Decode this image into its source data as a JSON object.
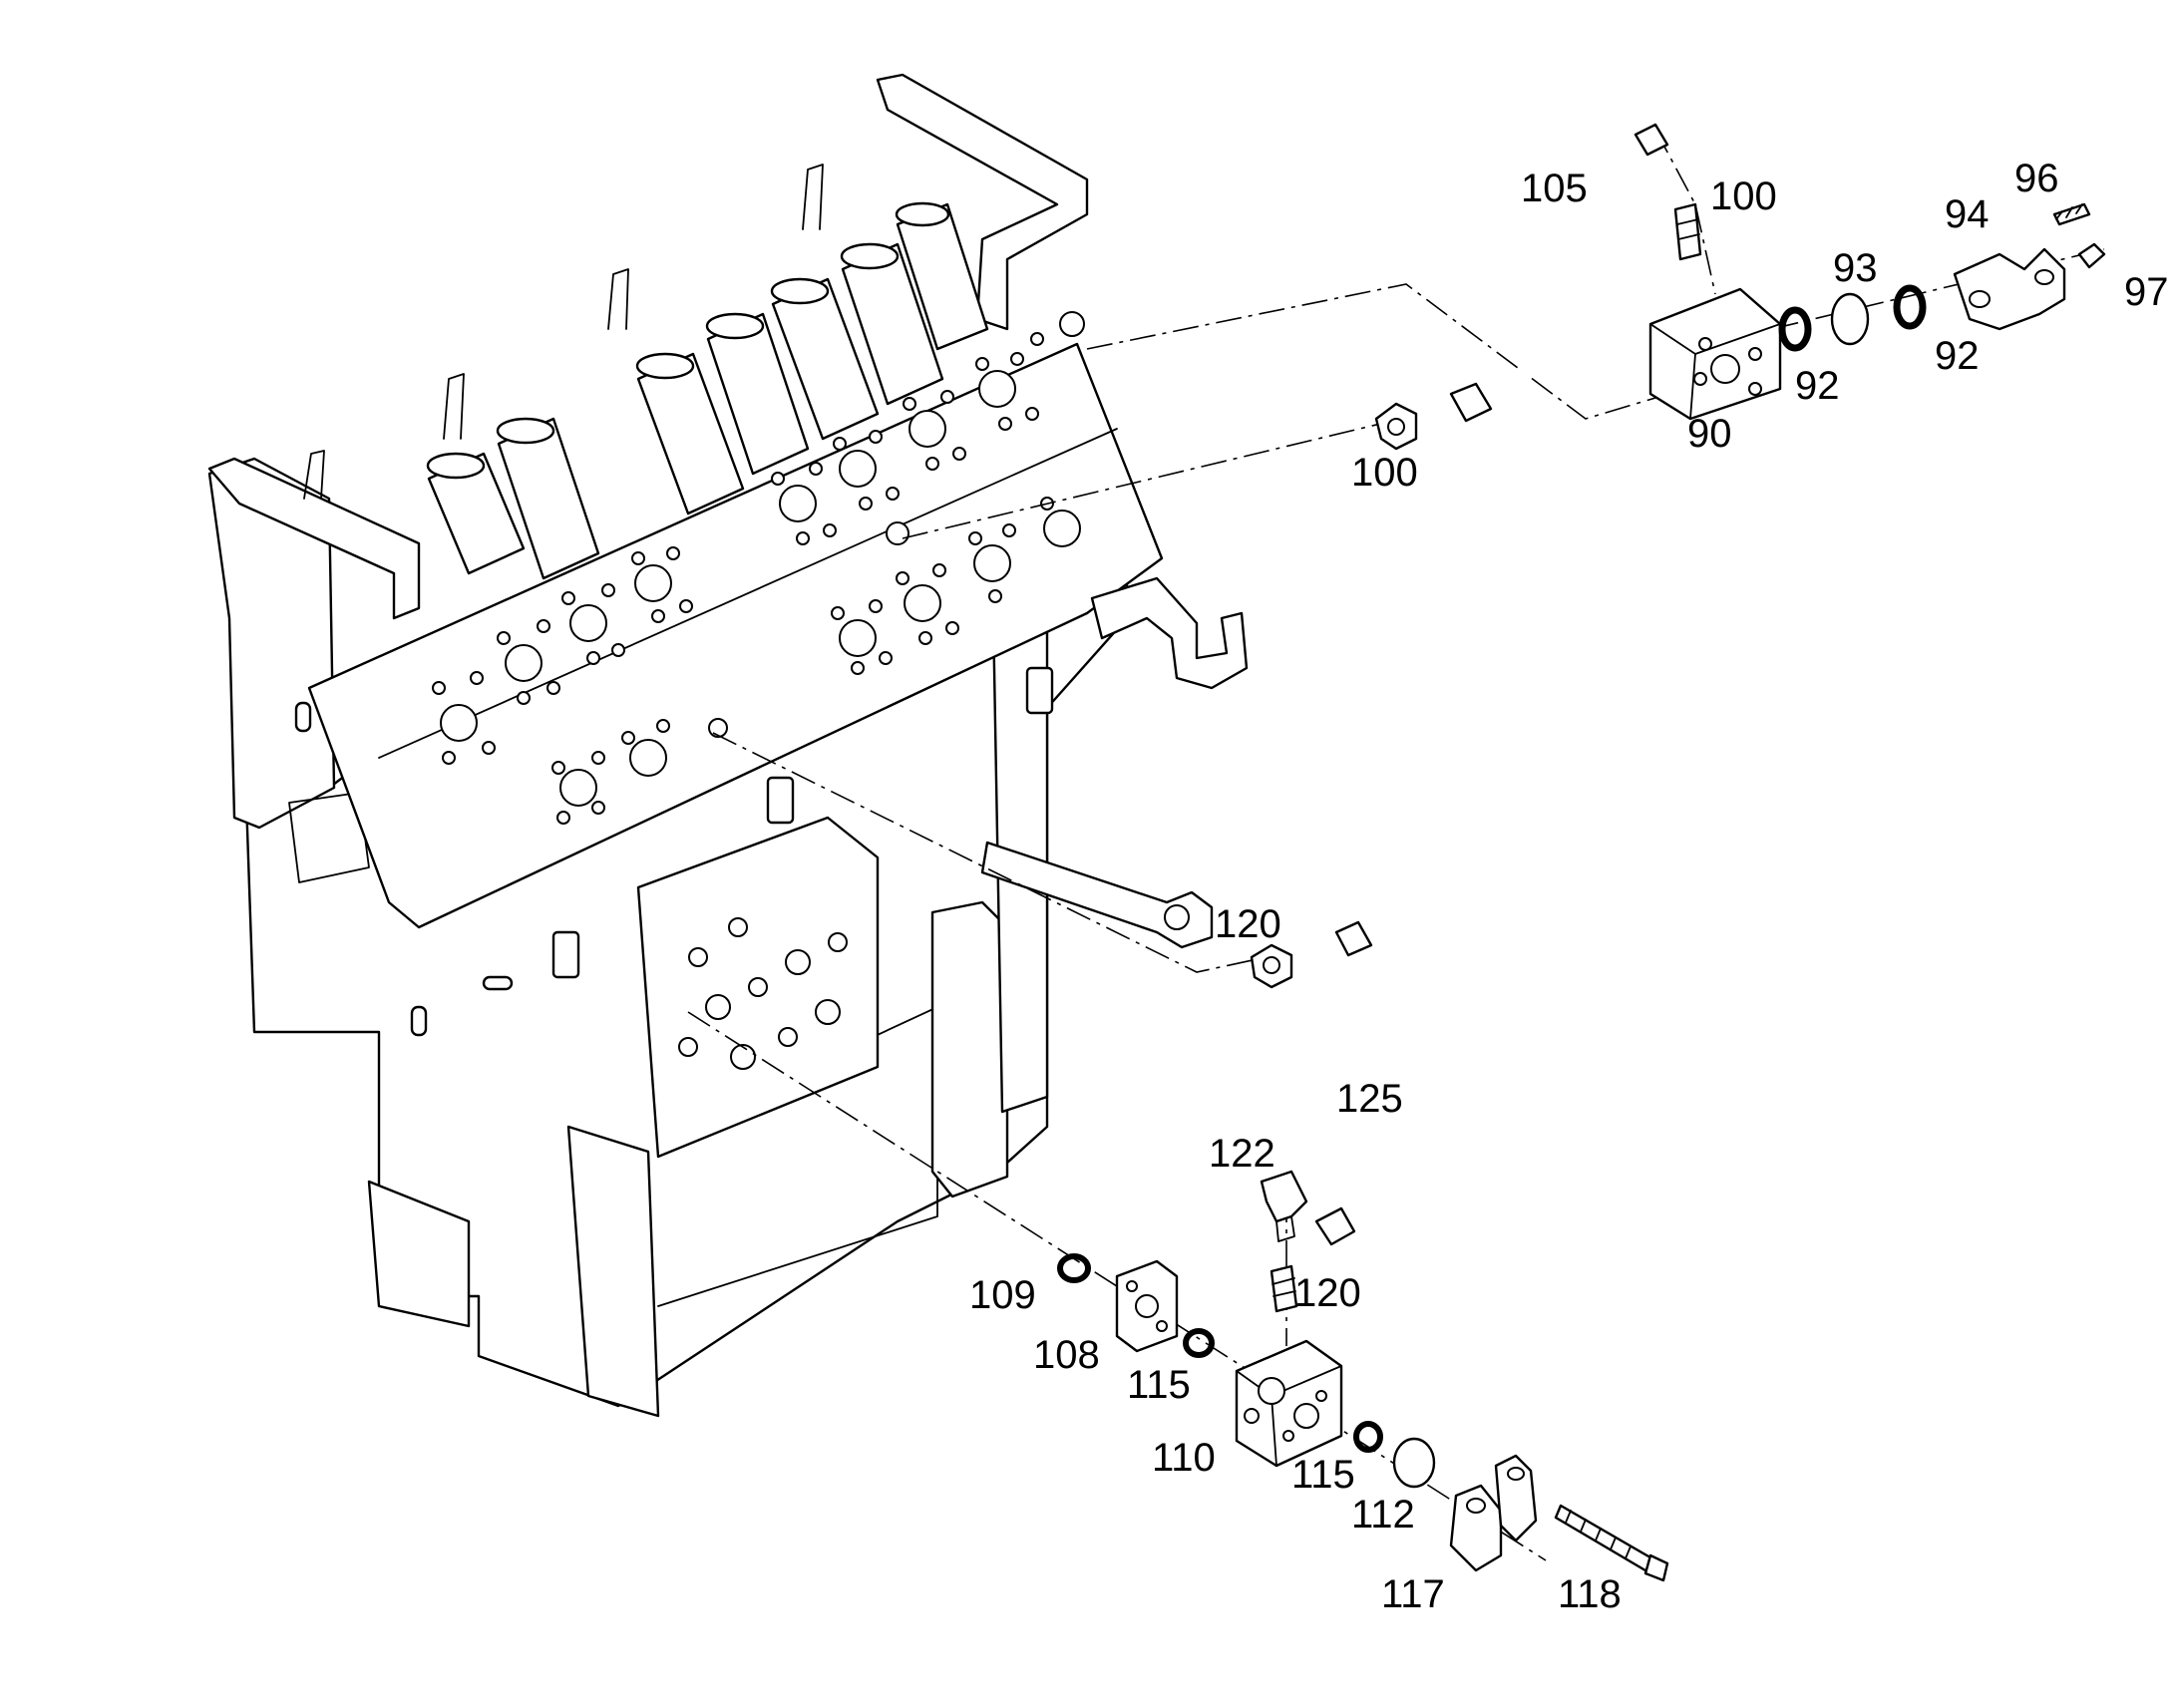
{
  "callouts": [
    {
      "id": "c105",
      "label": "105"
    },
    {
      "id": "c100a",
      "label": "100"
    },
    {
      "id": "c96",
      "label": "96"
    },
    {
      "id": "c94",
      "label": "94"
    },
    {
      "id": "c93",
      "label": "93"
    },
    {
      "id": "c97",
      "label": "97"
    },
    {
      "id": "c92a",
      "label": "92"
    },
    {
      "id": "c92b",
      "label": "92"
    },
    {
      "id": "c90",
      "label": "90"
    },
    {
      "id": "c100b",
      "label": "100"
    },
    {
      "id": "c120a",
      "label": "120"
    },
    {
      "id": "c125",
      "label": "125"
    },
    {
      "id": "c122",
      "label": "122"
    },
    {
      "id": "c120b",
      "label": "120"
    },
    {
      "id": "c109",
      "label": "109"
    },
    {
      "id": "c108",
      "label": "108"
    },
    {
      "id": "c115a",
      "label": "115"
    },
    {
      "id": "c110",
      "label": "110"
    },
    {
      "id": "c115b",
      "label": "115"
    },
    {
      "id": "c112",
      "label": "112"
    },
    {
      "id": "c117",
      "label": "117"
    },
    {
      "id": "c118",
      "label": "118"
    }
  ]
}
